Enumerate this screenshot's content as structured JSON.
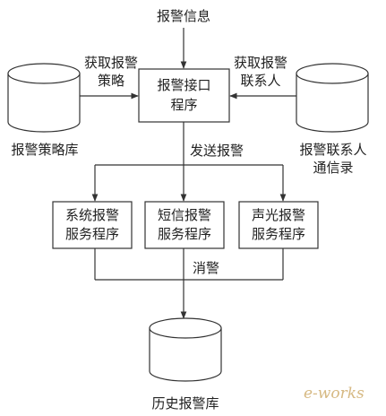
{
  "diagram": {
    "input_label": "报警信息",
    "interface": {
      "line1": "报警接口",
      "line2": "程序"
    },
    "policy_db": {
      "label": "报警策略库",
      "edge_line1": "获取报警",
      "edge_line2": "策略"
    },
    "contacts_db": {
      "label_line1": "报警联系人",
      "label_line2": "通信录",
      "edge_line1": "获取报警",
      "edge_line2": "联系人"
    },
    "send_label": "发送报警",
    "services": [
      {
        "line1": "系统报警",
        "line2": "服务程序"
      },
      {
        "line1": "短信报警",
        "line2": "服务程序"
      },
      {
        "line1": "声光报警",
        "line2": "服务程序"
      }
    ],
    "clear_label": "消警",
    "history_db": {
      "label": "历史报警库"
    }
  },
  "watermark": "e-works"
}
